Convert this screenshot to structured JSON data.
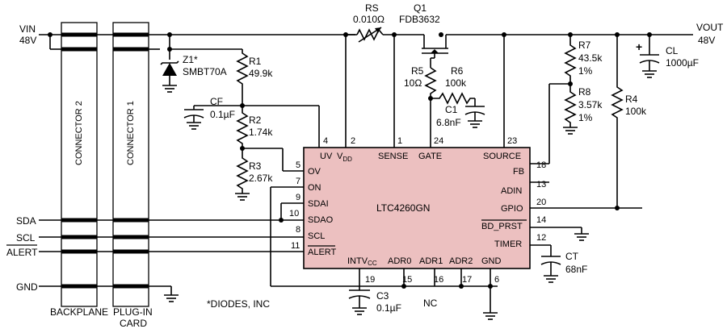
{
  "nets": {
    "vin": "VIN",
    "vin_voltage": "48V",
    "vout": "VOUT",
    "vout_voltage": "48V",
    "sda": "SDA",
    "scl": "SCL",
    "alert": "ALERT",
    "gnd": "GND"
  },
  "connectors": {
    "backplane_conn": "CONNECTOR 2",
    "card_conn": "CONNECTOR 1",
    "backplane_label": "BACKPLANE",
    "card_label_1": "PLUG-IN",
    "card_label_2": "CARD"
  },
  "components": {
    "z1_ref": "Z1*",
    "z1_part": "SMBT70A",
    "r1_ref": "R1",
    "r1_val": "49.9k",
    "cf_ref": "CF",
    "cf_val": "0.1µF",
    "r2_ref": "R2",
    "r2_val": "1.74k",
    "r3_ref": "R3",
    "r3_val": "2.67k",
    "rs_ref": "RS",
    "rs_val": "0.010Ω",
    "q1_ref": "Q1",
    "q1_part": "FDB3632",
    "r5_ref": "R5",
    "r5_val": "10Ω",
    "r6_ref": "R6",
    "r6_val": "100k",
    "c1_ref": "C1",
    "c1_val": "6.8nF",
    "r7_ref": "R7",
    "r7_val": "43.5k",
    "r7_tol": "1%",
    "r8_ref": "R8",
    "r8_val": "3.57k",
    "r8_tol": "1%",
    "r4_ref": "R4",
    "r4_val": "100k",
    "cl_ref": "CL",
    "cl_val": "1000µF",
    "ct_ref": "CT",
    "ct_val": "68nF",
    "c3_ref": "C3",
    "c3_val": "0.1µF",
    "nc": "NC",
    "footnote": "*DIODES, INC"
  },
  "ic": {
    "part": "LTC4260GN",
    "pins_top": [
      {
        "name": "UV",
        "num": "4"
      },
      {
        "name": "VDD",
        "num": "2"
      },
      {
        "name": "SENSE",
        "num": "1"
      },
      {
        "name": "GATE",
        "num": "24"
      },
      {
        "name": "SOURCE",
        "num": "23"
      }
    ],
    "pins_left": [
      {
        "name": "OV",
        "num": "5"
      },
      {
        "name": "ON",
        "num": "7"
      },
      {
        "name": "SDAI",
        "num": "9"
      },
      {
        "name": "SDAO",
        "num": "10"
      },
      {
        "name": "SCL",
        "num": "8"
      },
      {
        "name": "ALERT",
        "num": "11"
      }
    ],
    "pins_right": [
      {
        "name": "FB",
        "num": "18"
      },
      {
        "name": "ADIN",
        "num": "13"
      },
      {
        "name": "GPIO",
        "num": "20"
      },
      {
        "name": "BD_PRST",
        "num": "14"
      },
      {
        "name": "TIMER",
        "num": "12"
      }
    ],
    "pins_bottom": [
      {
        "name": "INTVCC",
        "num": "19"
      },
      {
        "name": "ADR0",
        "num": "15"
      },
      {
        "name": "ADR1",
        "num": "16"
      },
      {
        "name": "ADR2",
        "num": "17"
      },
      {
        "name": "GND",
        "num": "6"
      }
    ]
  },
  "colors": {
    "ic_fill": "#ecc0c0",
    "wire": "#000000",
    "background": "#ffffff"
  }
}
